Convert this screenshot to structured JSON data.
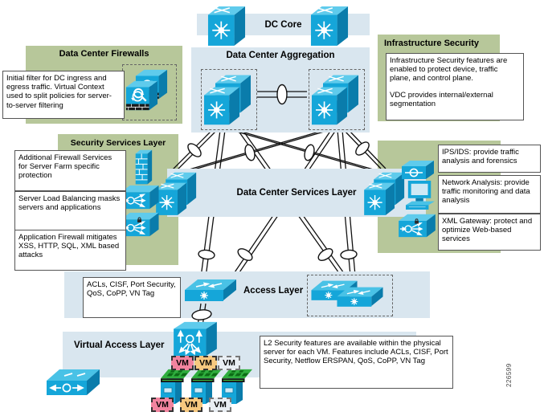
{
  "figure_number": "226599",
  "layers": {
    "dc_core": "DC Core",
    "aggregation": "Data Center Aggregation",
    "services": "Data Center Services Layer",
    "access": "Access Layer",
    "virtual_access": "Virtual Access Layer"
  },
  "firewalls": {
    "title": "Data Center Firewalls",
    "note": "Initial filter for DC ingress and egress traffic. Virtual Context used to split policies for server-to-server filtering"
  },
  "infrastructure": {
    "title": "Infrastructure Security",
    "note_1": "Infrastructure Security features are enabled to protect device, traffic plane, and control plane.",
    "note_2": "VDC provides internal/external segmentation"
  },
  "security_services": {
    "title": "Security Services Layer",
    "notes": [
      "Additional Firewall Services for Server Farm specific protection",
      "Server Load Balancing masks servers and applications",
      "Application Firewall mitigates XSS, HTTP, SQL, XML based attacks"
    ]
  },
  "services_right": {
    "notes": [
      "IPS/IDS: provide traffic analysis and forensics",
      "Network Analysis: provide traffic monitoring and data analysis",
      "XML Gateway: protect and optimize Web-based services"
    ]
  },
  "access_layer": {
    "note": "ACLs, CISF, Port Security, QoS, CoPP, VN Tag"
  },
  "virtual_access_layer": {
    "note": "L2 Security features are available within the physical server for each VM. Features include ACLs, CISF, Port Security, Netflow ERSPAN, QoS, CoPP, VN Tag"
  },
  "vm": {
    "label": "VM"
  },
  "colors": {
    "section_green": "#b7c79a",
    "band_blue": "#d9e6ef",
    "cisco_cyan": "#15a6d9",
    "vm_pink": "#f2849f",
    "vm_orange": "#f6c87f",
    "vm_gray": "#e9eef3"
  }
}
